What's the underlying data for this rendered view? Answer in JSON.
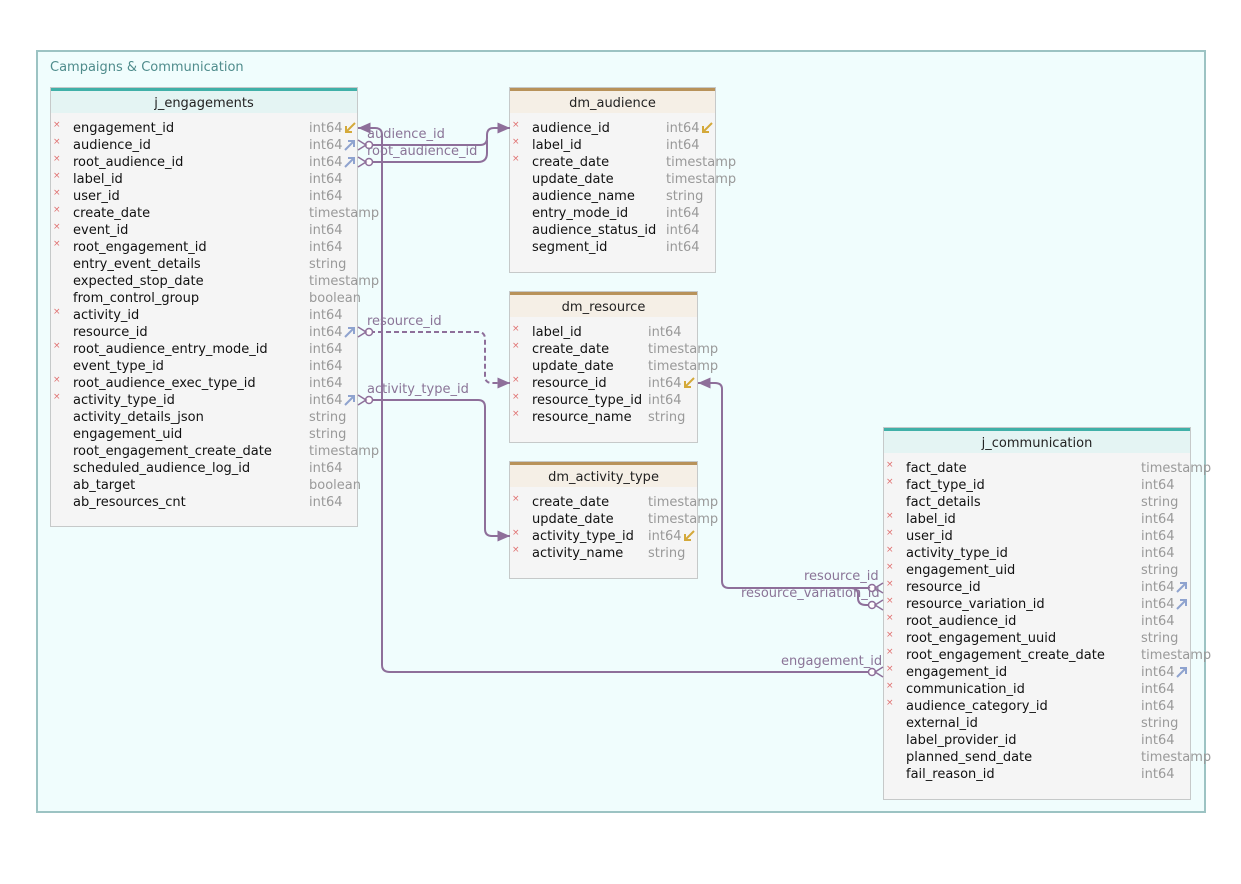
{
  "group": {
    "title": "Campaigns & Communication"
  },
  "tables": {
    "j_engagements": {
      "title": "j_engagements",
      "columns": [
        {
          "name": "engagement_id",
          "type": "int64",
          "req": true,
          "key": "pk"
        },
        {
          "name": "audience_id",
          "type": "int64",
          "req": true,
          "key": "fk"
        },
        {
          "name": "root_audience_id",
          "type": "int64",
          "req": true,
          "key": "fk"
        },
        {
          "name": "label_id",
          "type": "int64",
          "req": true
        },
        {
          "name": "user_id",
          "type": "int64",
          "req": true
        },
        {
          "name": "create_date",
          "type": "timestamp",
          "req": true
        },
        {
          "name": "event_id",
          "type": "int64",
          "req": true
        },
        {
          "name": "root_engagement_id",
          "type": "int64",
          "req": true
        },
        {
          "name": "entry_event_details",
          "type": "string",
          "req": false
        },
        {
          "name": "expected_stop_date",
          "type": "timestamp",
          "req": false
        },
        {
          "name": "from_control_group",
          "type": "boolean",
          "req": false
        },
        {
          "name": "activity_id",
          "type": "int64",
          "req": true
        },
        {
          "name": "resource_id",
          "type": "int64",
          "req": false,
          "key": "fk"
        },
        {
          "name": "root_audience_entry_mode_id",
          "type": "int64",
          "req": true
        },
        {
          "name": "event_type_id",
          "type": "int64",
          "req": false
        },
        {
          "name": "root_audience_exec_type_id",
          "type": "int64",
          "req": true
        },
        {
          "name": "activity_type_id",
          "type": "int64",
          "req": true,
          "key": "fk"
        },
        {
          "name": "activity_details_json",
          "type": "string",
          "req": false
        },
        {
          "name": "engagement_uid",
          "type": "string",
          "req": false
        },
        {
          "name": "root_engagement_create_date",
          "type": "timestamp",
          "req": false
        },
        {
          "name": "scheduled_audience_log_id",
          "type": "int64",
          "req": false
        },
        {
          "name": "ab_target",
          "type": "boolean",
          "req": false
        },
        {
          "name": "ab_resources_cnt",
          "type": "int64",
          "req": false
        }
      ]
    },
    "dm_audience": {
      "title": "dm_audience",
      "columns": [
        {
          "name": "audience_id",
          "type": "int64",
          "req": true,
          "key": "pk"
        },
        {
          "name": "label_id",
          "type": "int64",
          "req": true
        },
        {
          "name": "create_date",
          "type": "timestamp",
          "req": true
        },
        {
          "name": "update_date",
          "type": "timestamp",
          "req": false
        },
        {
          "name": "audience_name",
          "type": "string",
          "req": false
        },
        {
          "name": "entry_mode_id",
          "type": "int64",
          "req": false
        },
        {
          "name": "audience_status_id",
          "type": "int64",
          "req": false
        },
        {
          "name": "segment_id",
          "type": "int64",
          "req": false
        }
      ]
    },
    "dm_resource": {
      "title": "dm_resource",
      "columns": [
        {
          "name": "label_id",
          "type": "int64",
          "req": true
        },
        {
          "name": "create_date",
          "type": "timestamp",
          "req": true
        },
        {
          "name": "update_date",
          "type": "timestamp",
          "req": false
        },
        {
          "name": "resource_id",
          "type": "int64",
          "req": true,
          "key": "pk"
        },
        {
          "name": "resource_type_id",
          "type": "int64",
          "req": true
        },
        {
          "name": "resource_name",
          "type": "string",
          "req": true
        }
      ]
    },
    "dm_activity_type": {
      "title": "dm_activity_type",
      "columns": [
        {
          "name": "create_date",
          "type": "timestamp",
          "req": true
        },
        {
          "name": "update_date",
          "type": "timestamp",
          "req": false
        },
        {
          "name": "activity_type_id",
          "type": "int64",
          "req": true,
          "key": "pk"
        },
        {
          "name": "activity_name",
          "type": "string",
          "req": true
        }
      ]
    },
    "j_communication": {
      "title": "j_communication",
      "columns": [
        {
          "name": "fact_date",
          "type": "timestamp",
          "req": true
        },
        {
          "name": "fact_type_id",
          "type": "int64",
          "req": true
        },
        {
          "name": "fact_details",
          "type": "string",
          "req": false
        },
        {
          "name": "label_id",
          "type": "int64",
          "req": true
        },
        {
          "name": "user_id",
          "type": "int64",
          "req": true
        },
        {
          "name": "activity_type_id",
          "type": "int64",
          "req": true
        },
        {
          "name": "engagement_uid",
          "type": "string",
          "req": true
        },
        {
          "name": "resource_id",
          "type": "int64",
          "req": true,
          "key": "fk"
        },
        {
          "name": "resource_variation_id",
          "type": "int64",
          "req": true,
          "key": "fk"
        },
        {
          "name": "root_audience_id",
          "type": "int64",
          "req": true
        },
        {
          "name": "root_engagement_uuid",
          "type": "string",
          "req": true
        },
        {
          "name": "root_engagement_create_date",
          "type": "timestamp",
          "req": true
        },
        {
          "name": "engagement_id",
          "type": "int64",
          "req": true,
          "key": "fk"
        },
        {
          "name": "communication_id",
          "type": "int64",
          "req": true
        },
        {
          "name": "audience_category_id",
          "type": "int64",
          "req": true
        },
        {
          "name": "external_id",
          "type": "string",
          "req": false
        },
        {
          "name": "label_provider_id",
          "type": "int64",
          "req": false
        },
        {
          "name": "planned_send_date",
          "type": "timestamp",
          "req": false
        },
        {
          "name": "fail_reason_id",
          "type": "int64",
          "req": false
        }
      ]
    }
  },
  "relation_labels": {
    "audience_id": "audience_id",
    "root_audience_id": "root_audience_id",
    "resource_id": "resource_id",
    "activity_type_id": "activity_type_id",
    "comm_resource_id": "resource_id",
    "comm_resource_variation_id": "resource_variation_id",
    "comm_engagement_id": "engagement_id"
  },
  "colors": {
    "line": "#8e6f9a",
    "pk_icon": "#d4a93a",
    "fk_icon": "#8fa3cf",
    "required_marker": "#e07070"
  }
}
